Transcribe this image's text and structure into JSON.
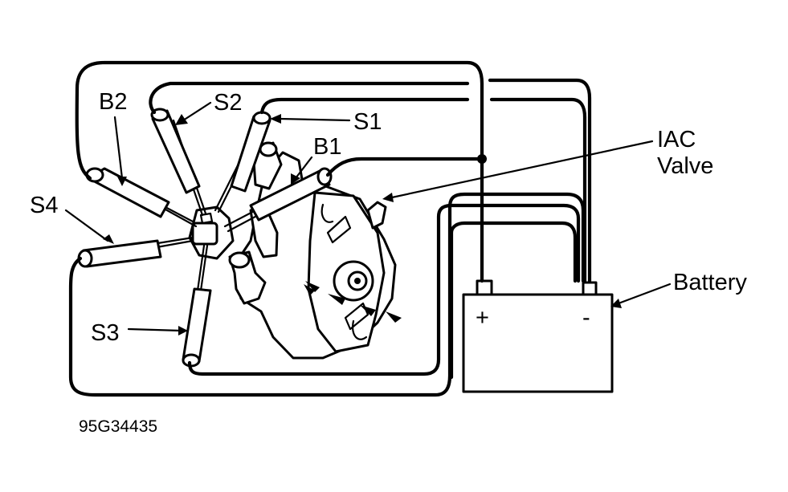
{
  "labels": {
    "b2": "B2",
    "s2": "S2",
    "s1": "S1",
    "b1": "B1",
    "iac": "IAC",
    "valve": "Valve",
    "s4": "S4",
    "s3": "S3",
    "battery": "Battery",
    "plus": "+",
    "minus": "-",
    "figure_id": "95G34435"
  }
}
